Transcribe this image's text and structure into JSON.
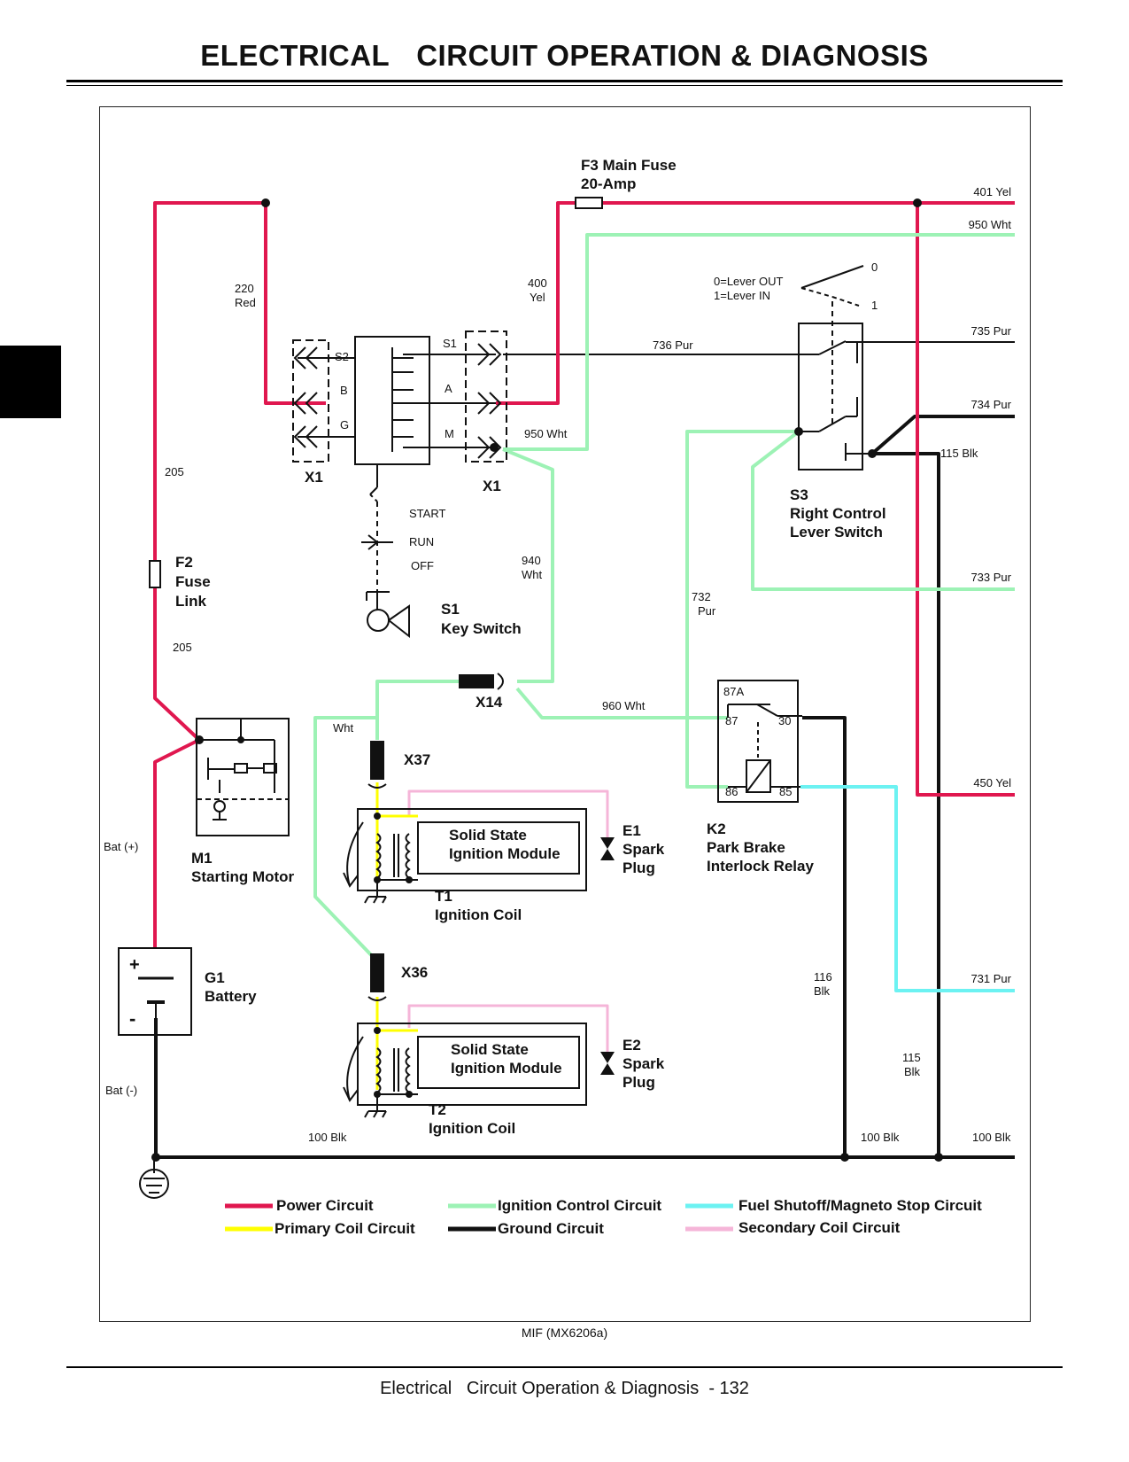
{
  "header": {
    "title_left": "ELECTRICAL",
    "title_right": "CIRCUIT OPERATION & DIAGNOSIS"
  },
  "colors": {
    "power": "#e0174f",
    "primary_coil": "#ffff00",
    "ignition_control": "#9df2b5",
    "ground": "#111111",
    "fuel_shutoff": "#6cf2f2",
    "secondary_coil": "#f5b5d8"
  },
  "components": {
    "f3": {
      "line1": "F3 Main Fuse",
      "line2": "20-Amp"
    },
    "f2": {
      "line1": "F2",
      "line2": "Fuse",
      "line3": "Link"
    },
    "s1": {
      "line1": "S1",
      "line2": "Key Switch",
      "start": "START",
      "run": "RUN",
      "off": "OFF",
      "s2": "S2",
      "b": "B",
      "g": "G",
      "s1": "S1",
      "a": "A",
      "m": "M"
    },
    "x1_left": "X1",
    "x1_right": "X1",
    "s3": {
      "line1": "S3",
      "line2": "Right Control",
      "line3": "Lever Switch",
      "lever_out": "0=Lever OUT",
      "lever_in": "1=Lever IN",
      "pos0": "0",
      "pos1": "1"
    },
    "x14": "X14",
    "x37": "X37",
    "x36": "X36",
    "k2": {
      "line1": "K2",
      "line2": "Park Brake",
      "line3": "Interlock Relay",
      "p87a": "87A",
      "p87": "87",
      "p30": "30",
      "p86": "86",
      "p85": "85"
    },
    "m1": {
      "line1": "M1",
      "line2": "Starting Motor"
    },
    "g1": {
      "line1": "G1",
      "line2": "Battery",
      "plus": "+",
      "minus": "-"
    },
    "e1": {
      "line1": "E1",
      "line2": "Spark",
      "line3": "Plug"
    },
    "e2": {
      "line1": "E2",
      "line2": "Spark",
      "line3": "Plug"
    },
    "t1": {
      "line1": "T1",
      "line2": "Ignition Coil"
    },
    "t2": {
      "line1": "T2",
      "line2": "Ignition Coil"
    },
    "module1": {
      "line1": "Solid State",
      "line2": "Ignition Module"
    },
    "module2": {
      "line1": "Solid State",
      "line2": "Ignition Module"
    }
  },
  "wires": {
    "w401": "401 Yel",
    "w950a": "950 Wht",
    "w735": "735 Pur",
    "w736": "736 Pur",
    "w734": "734 Pur",
    "w115a": "115 Blk",
    "w220a": "220",
    "w220b": "Red",
    "w400a": "400",
    "w400b": "Yel",
    "w950b": "950 Wht",
    "w205a": "205",
    "w205b": "205",
    "w940a": "940",
    "w940b": "Wht",
    "w732a": "732",
    "w732b": "Pur",
    "w733": "733 Pur",
    "w960": "960 Wht",
    "wWht": "Wht",
    "w450": "450 Yel",
    "wBatPlus": "Bat (+)",
    "w116a": "116",
    "w116b": "Blk",
    "w731": "731 Pur",
    "w115b": "115",
    "w115c": "Blk",
    "wBatMinus": "Bat (-)",
    "w100a": "100 Blk",
    "w100b": "100 Blk",
    "w100c": "100 Blk"
  },
  "legend": {
    "power": "Power Circuit",
    "primary": "Primary Coil Circuit",
    "ignition": "Ignition Control Circuit",
    "ground": "Ground Circuit",
    "fuel": "Fuel Shutoff/Magneto Stop Circuit",
    "secondary": "Secondary Coil Circuit"
  },
  "figure_id": "MIF (MX6206a)",
  "footer": {
    "section": "Electrical",
    "title": "Circuit Operation & Diagnosis",
    "page": "- 132"
  }
}
